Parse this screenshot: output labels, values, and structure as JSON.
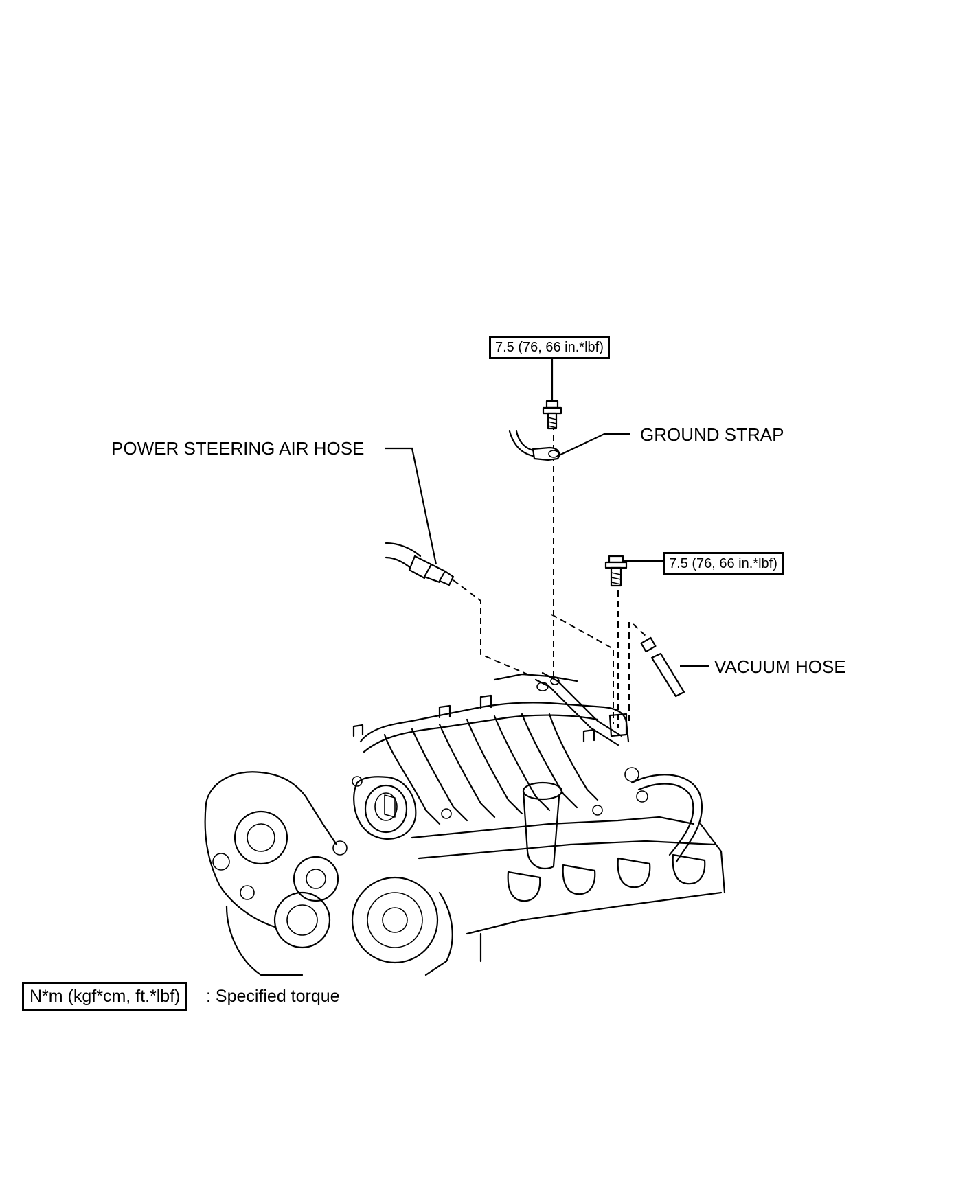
{
  "labels": {
    "power_steering_air_hose": "POWER STEERING AIR HOSE",
    "ground_strap": "GROUND STRAP",
    "vacuum_hose": "VACUUM HOSE"
  },
  "torque": {
    "ground_strap_bolt": "7.5 (76, 66 in.*lbf)",
    "bracket_bolt": "7.5 (76, 66 in.*lbf)"
  },
  "legend": {
    "box_text": "N*m (kgf*cm, ft.*lbf)",
    "description": ": Specified torque"
  }
}
